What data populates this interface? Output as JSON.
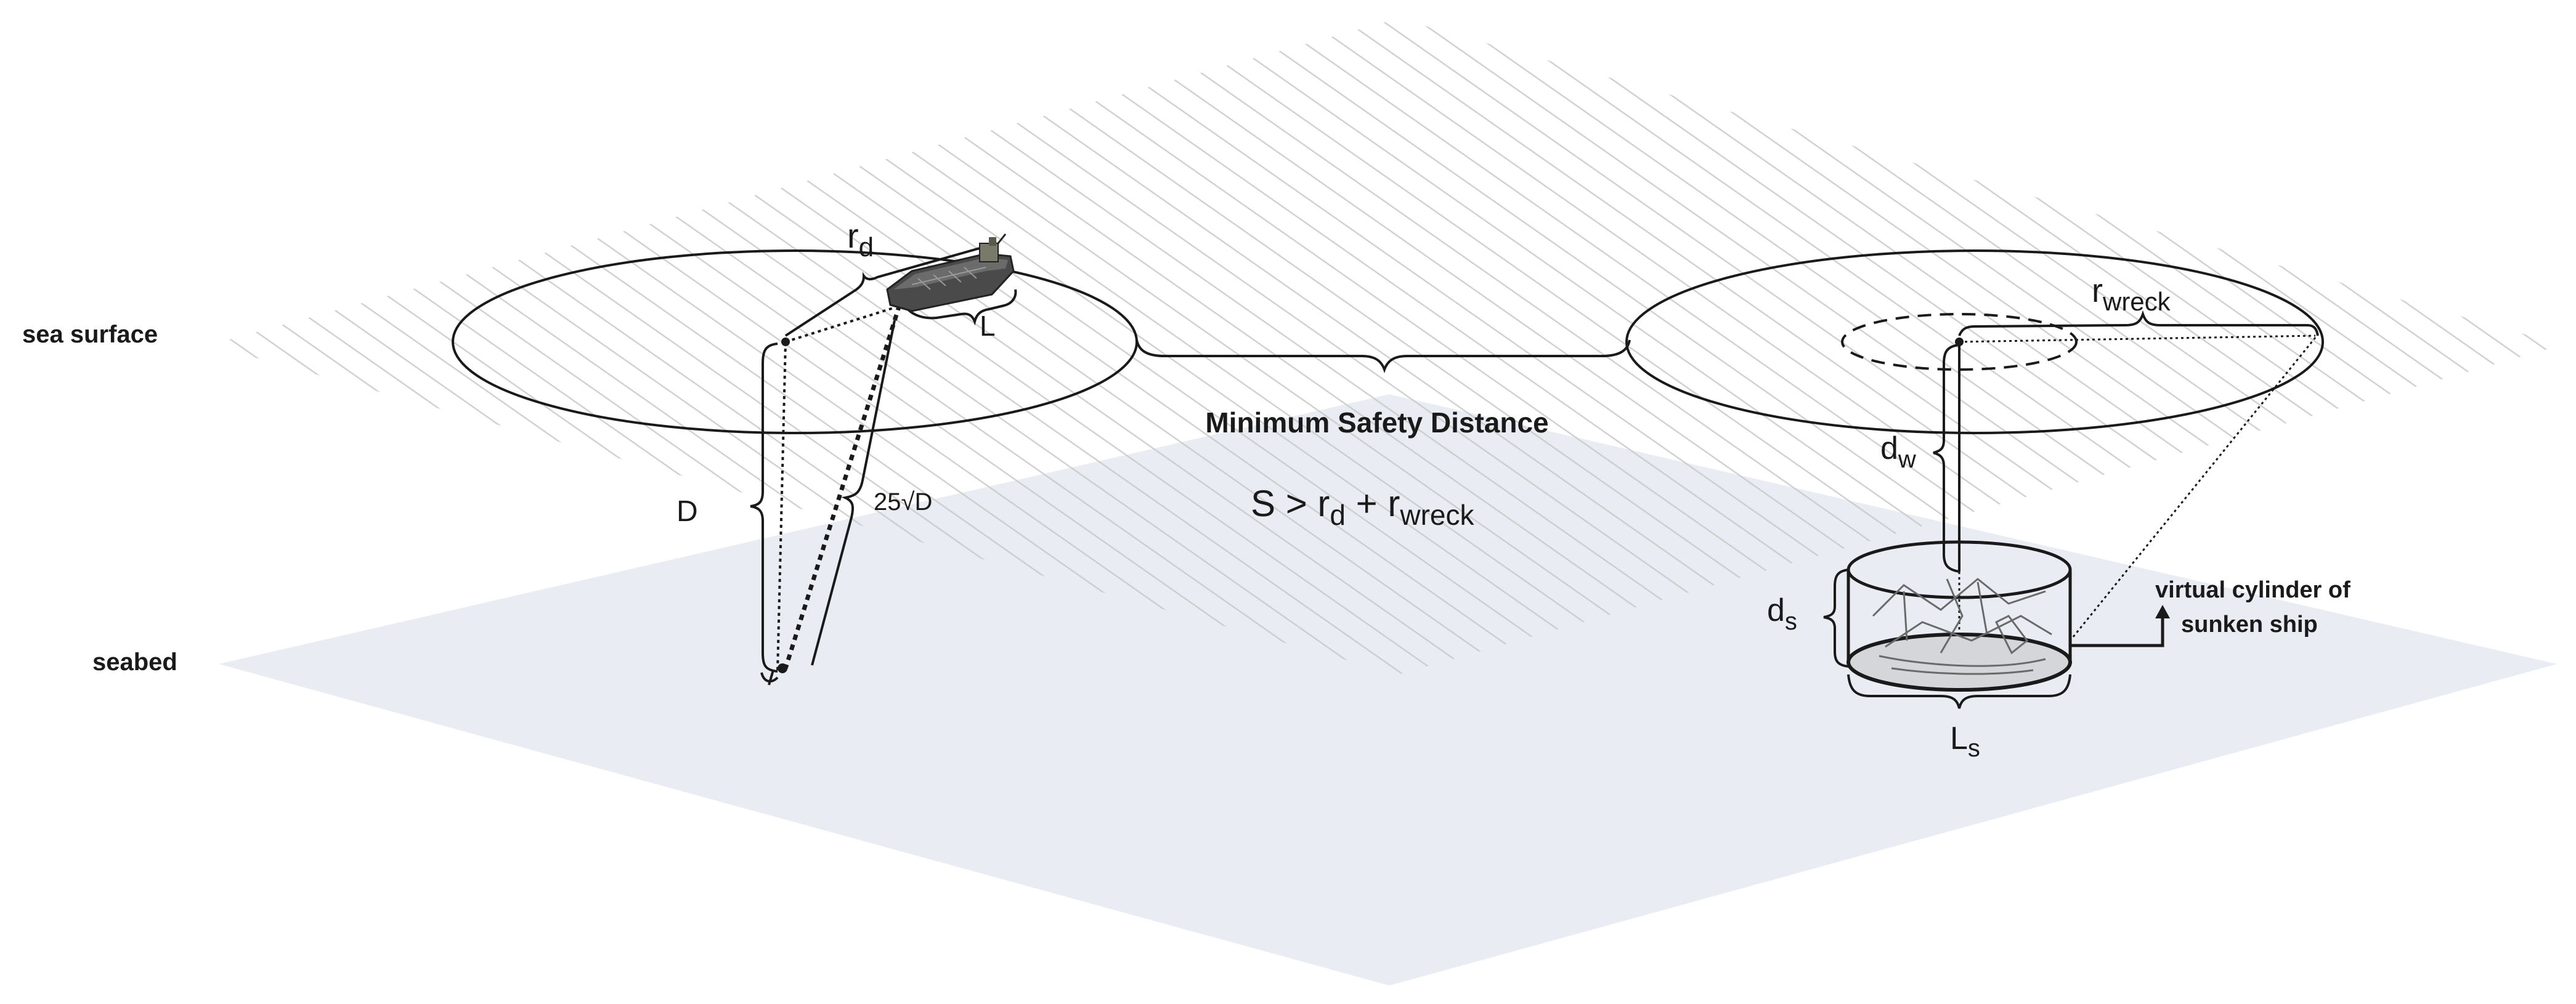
{
  "labels": {
    "sea_surface": "sea surface",
    "seabed": "seabed",
    "minimum_safety_distance": "Minimum Safety Distance",
    "virtual_cylinder_line1": "virtual cylinder of",
    "virtual_cylinder_line2": "sunken ship"
  },
  "symbols": {
    "r": "r",
    "d_sub": "d",
    "wreck_sub": "wreck",
    "L": "L",
    "D": "D",
    "anchor_chain": "25√D",
    "s_sub": "s",
    "w_sub": "w",
    "formula_lhs": "S > ",
    "plus": " + "
  },
  "colors": {
    "seabed_fill": "#e9edf3",
    "hatch": "#c8c8c8",
    "line": "#1a1a1a",
    "ship_hull": "#4a4a4a"
  },
  "icons": [
    "ship-icon",
    "anchor-icon",
    "sunken-ship-icon",
    "arrow-up-icon"
  ]
}
